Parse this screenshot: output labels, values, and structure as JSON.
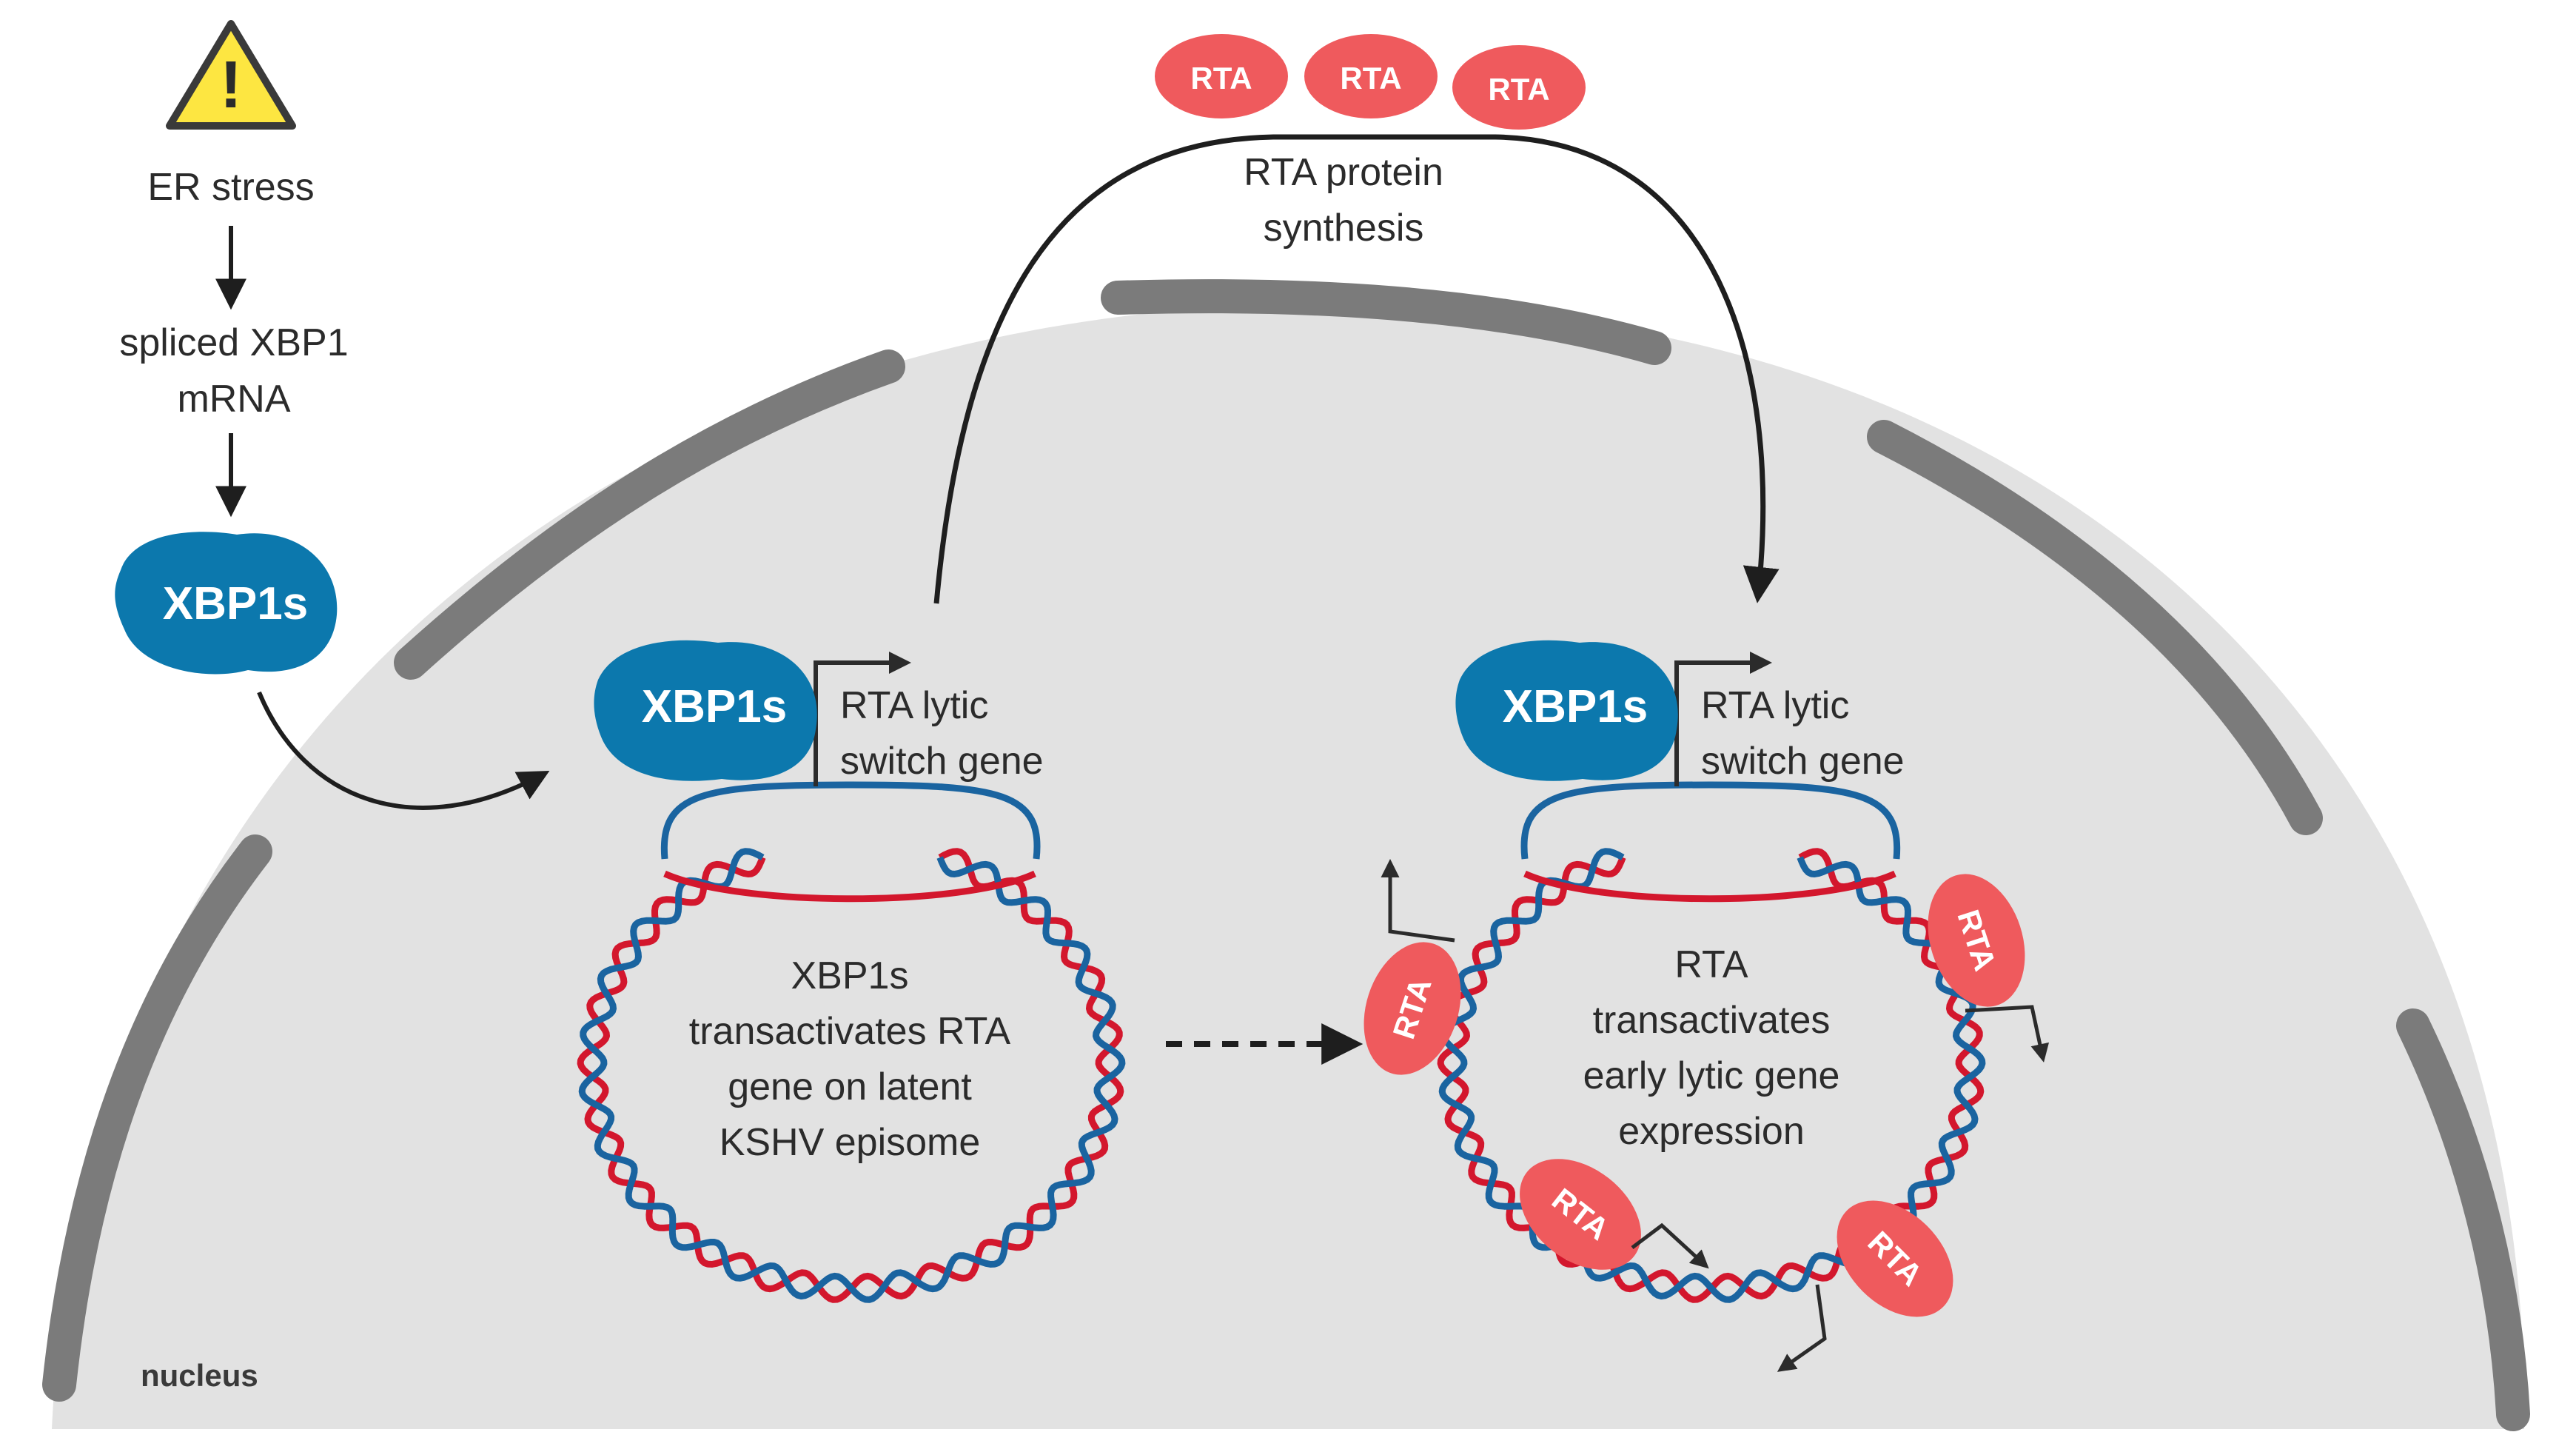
{
  "colors": {
    "nucleus_fill": "#e2e2e2",
    "envelope": "#7b7b7b",
    "xbp1s": "#0c78ad",
    "rta": "#ef5a5d",
    "dna_red": "#d3172d",
    "dna_blue": "#1a64a0",
    "warning": "#fde641"
  },
  "icons": [
    "warning-icon"
  ],
  "labels": {
    "er_stress": "ER stress",
    "spliced_line1": "spliced XBP1",
    "spliced_line2": "mRNA",
    "xbp1s": "XBP1s",
    "rta": "RTA",
    "rta_synthesis_line1": "RTA protein",
    "rta_synthesis_line2": "synthesis",
    "switch_line1": "RTA lytic",
    "switch_line2": "switch gene",
    "left_ep_line1": "XBP1s",
    "left_ep_line2": "transactivates RTA",
    "left_ep_line3": "gene on latent",
    "left_ep_line4": "KSHV episome",
    "right_ep_line1": "RTA",
    "right_ep_line2": "transactivates",
    "right_ep_line3": "early lytic gene",
    "right_ep_line4": "expression",
    "nucleus": "nucleus",
    "warning_mark": "!"
  }
}
